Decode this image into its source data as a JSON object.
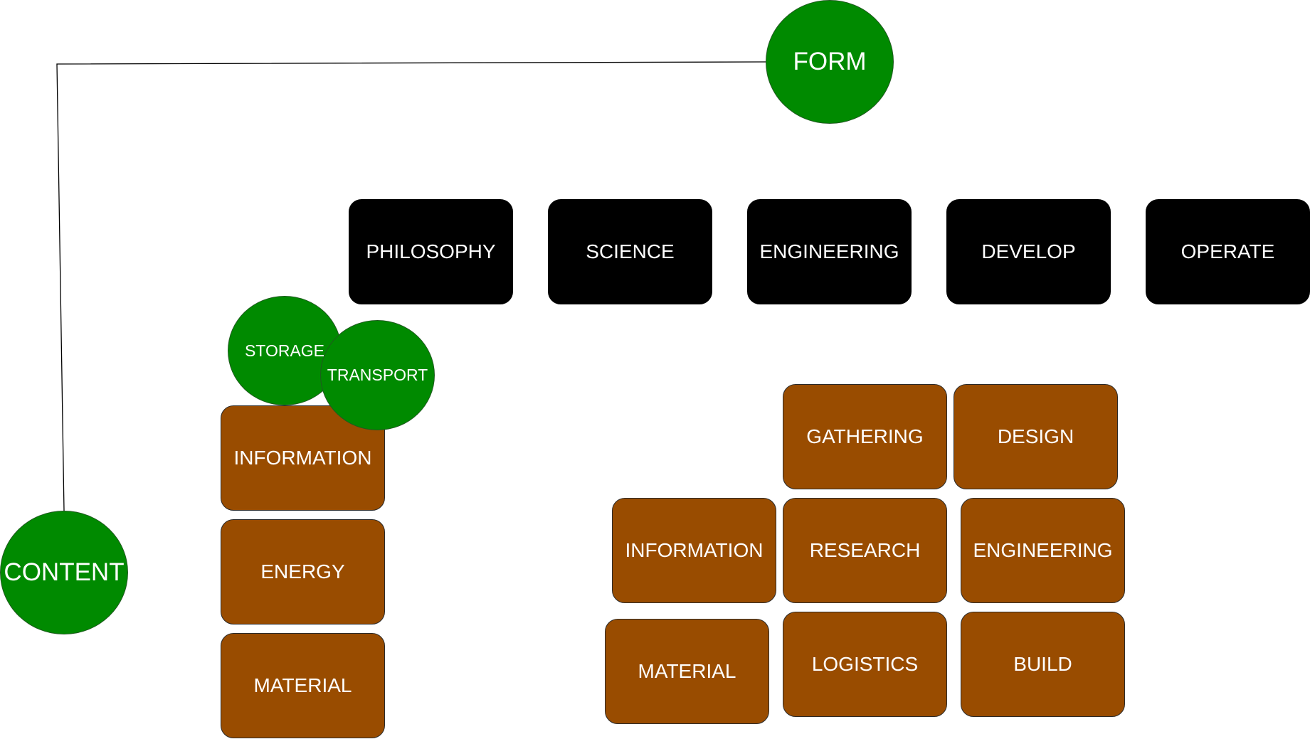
{
  "colors": {
    "circle_fill": "#008a00",
    "form_box_fill": "#000000",
    "content_box_fill": "#994c00",
    "text": "#ffffff",
    "connector": "#000000"
  },
  "circles": {
    "form": "FORM",
    "content": "CONTENT",
    "storage": "STORAGE",
    "transport": "TRANSPORT"
  },
  "form_stages": [
    "PHILOSOPHY",
    "SCIENCE",
    "ENGINEERING",
    "DEVELOP",
    "OPERATE"
  ],
  "content_types": [
    "INFORMATION",
    "ENERGY",
    "MATERIAL"
  ],
  "matrix": {
    "gathering": "GATHERING",
    "design": "DESIGN",
    "information": "INFORMATION",
    "research": "RESEARCH",
    "engineering": "ENGINEERING",
    "material": "MATERIAL",
    "logistics": "LOGISTICS",
    "build": "BUILD"
  }
}
